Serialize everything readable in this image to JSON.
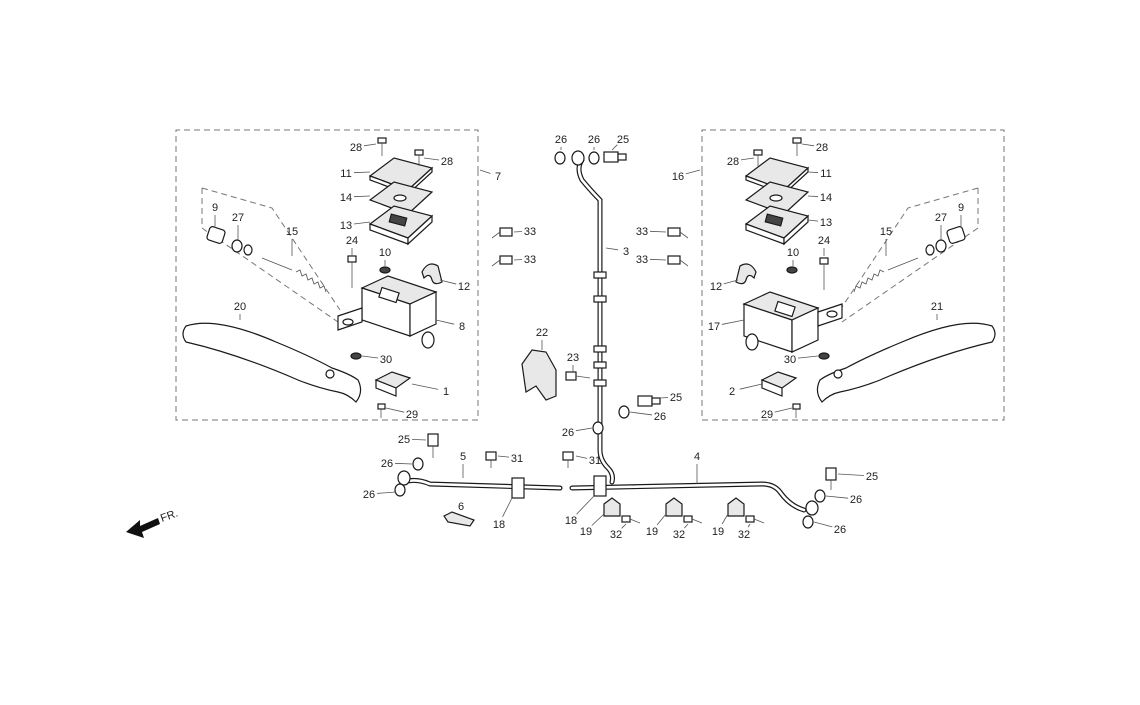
{
  "diagram": {
    "labels": [
      "1",
      "2",
      "3",
      "4",
      "5",
      "6",
      "7",
      "8",
      "9",
      "10",
      "11",
      "12",
      "13",
      "14",
      "15",
      "16",
      "17",
      "18",
      "19",
      "20",
      "21",
      "22",
      "23",
      "24",
      "25",
      "26",
      "27",
      "28",
      "29",
      "30",
      "31",
      "32",
      "33"
    ],
    "direction_label": "FR."
  }
}
